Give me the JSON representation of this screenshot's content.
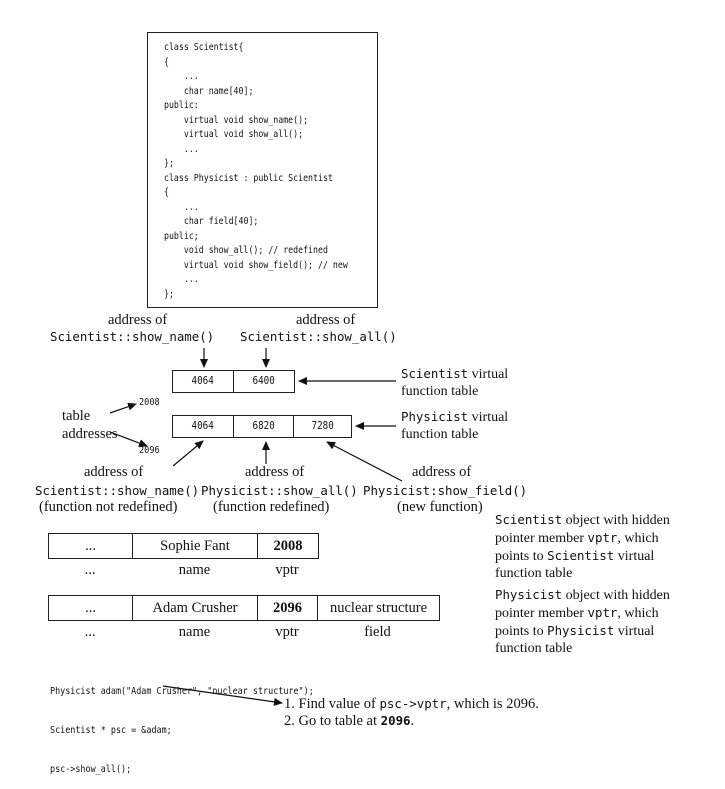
{
  "code_box": {
    "lines": [
      "class Scientist{",
      "{",
      "    ...",
      "    char name[40];",
      "public:",
      "    virtual void show_name();",
      "    virtual void show_all();",
      "    ...",
      "};",
      "class Physicist : public Scientist",
      "{",
      "    ...",
      "    char field[40];",
      "public;",
      "    void show_all(); // redefined",
      "    virtual void show_field(); // new",
      "    ...",
      "};"
    ]
  },
  "top_labels": {
    "show_name_prefix": "address of",
    "show_name_func": "Scientist::show_name()",
    "show_all_prefix": "address of",
    "show_all_func": "Scientist::show_all()"
  },
  "scientist_table": {
    "cells": [
      "4064",
      "6400"
    ],
    "label_mono": "Scientist",
    "label_rest": " virtual",
    "label_line2": "function table"
  },
  "physicist_table": {
    "cells": [
      "4064",
      "6820",
      "7280"
    ],
    "label_mono": "Physicist",
    "label_rest": " virtual",
    "label_line2": "function table"
  },
  "table_addresses": {
    "line1": "table",
    "line2": "addresses",
    "addr1": "2008",
    "addr2": "2096"
  },
  "bottom_labels": [
    {
      "prefix": "address of",
      "func": "Scientist::show_name()",
      "note": "(function not redefined)"
    },
    {
      "prefix": "address of",
      "func": "Physicist::show_all()",
      "note": "(function redefined)"
    },
    {
      "prefix": "address of",
      "func": "Physicist:show_field()",
      "note": "(new function)"
    }
  ],
  "sophie_object": {
    "cells": [
      "...",
      "Sophie Fant",
      "2008"
    ],
    "captions": [
      "...",
      "name",
      "vptr"
    ],
    "desc": {
      "l1_mono": "Scientist",
      "l1_rest": " object with hidden",
      "l2_pre": "pointer member ",
      "l2_mono": "vptr",
      "l2_post": ", which",
      "l3_pre": "points to ",
      "l3_mono": "Scientist",
      "l3_post": " virtual",
      "l4": "function table"
    }
  },
  "adam_object": {
    "cells": [
      "...",
      "Adam Crusher",
      "2096",
      "nuclear structure"
    ],
    "captions": [
      "...",
      "name",
      "vptr",
      "field"
    ],
    "desc": {
      "l1_mono": "Physicist",
      "l1_rest": " object with hidden",
      "l2_pre": "pointer member ",
      "l2_mono": "vptr",
      "l2_post": ", which",
      "l3_pre": "points to ",
      "l3_mono": "Physicist",
      "l3_post": " virtual",
      "l4": "function table"
    }
  },
  "bottom_code": {
    "lines": [
      "Physicist adam(\"Adam Crusher\", \"nuclear structure\");",
      "Scientist * psc = &adam;",
      "psc->show_all();"
    ]
  },
  "steps": {
    "s1_pre": "1. Find value of ",
    "s1_mono": "psc->vptr",
    "s1_post": ", which is 2096.",
    "s2_pre": "2. Go to table at ",
    "s2_mono": "2096",
    "s2_post": "."
  }
}
